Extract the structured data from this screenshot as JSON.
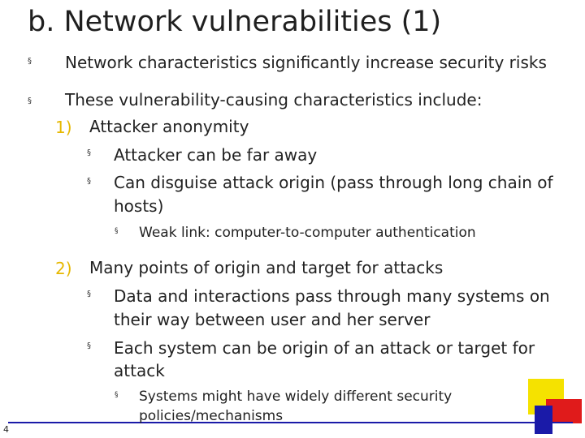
{
  "slide": {
    "title": "b. Network vulnerabilities (1)",
    "bullets": [
      {
        "text": "Network characteristics significantly increase security risks"
      },
      {
        "text": "These vulnerability-causing characteristics include:"
      }
    ],
    "numbered": [
      {
        "number": "1)",
        "text": "Attacker anonymity",
        "sub": [
          {
            "lines": [
              "Attacker can be far away"
            ]
          },
          {
            "lines": [
              "Can disguise attack origin (pass through long chain of",
              "hosts)"
            ],
            "sub": [
              {
                "text": "Weak link:  computer-to-computer authentication"
              }
            ]
          }
        ]
      },
      {
        "number": "2)",
        "text": "Many points of origin and target for attacks",
        "sub": [
          {
            "lines": [
              "Data and interactions pass through many systems on",
              "their way between user and her server"
            ]
          },
          {
            "lines": [
              "Each system can be origin of an attack or target for",
              "attack"
            ],
            "sub": [
              {
                "lines": [
                  "Systems might have widely different security",
                  "policies/mechanisms"
                ]
              }
            ]
          }
        ]
      }
    ],
    "bullet_char": "§",
    "page_number": "4"
  },
  "colors": {
    "accent_yellow": "#f5e200",
    "accent_red": "#e01b1b",
    "accent_blue": "#1a1aa8",
    "number_color": "#e6b800"
  }
}
